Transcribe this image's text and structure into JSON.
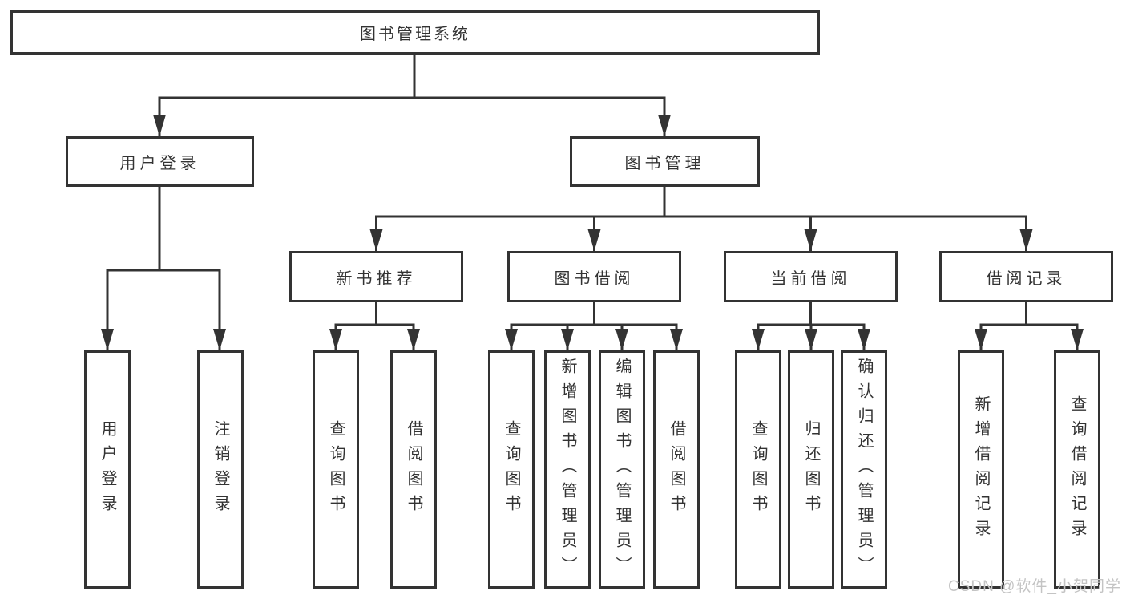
{
  "title": "图书管理系统",
  "branches": [
    {
      "label": "用户登录",
      "children": [
        {
          "label": "用户登录"
        },
        {
          "label": "注销登录"
        }
      ]
    },
    {
      "label": "图书管理",
      "children": [
        {
          "label": "新书推荐",
          "children": [
            {
              "label": "查询图书"
            },
            {
              "label": "借阅图书"
            }
          ]
        },
        {
          "label": "图书借阅",
          "children": [
            {
              "label": "查询图书"
            },
            {
              "label": "新增图书（管理员）"
            },
            {
              "label": "编辑图书（管理员）"
            },
            {
              "label": "借阅图书"
            }
          ]
        },
        {
          "label": "当前借阅",
          "children": [
            {
              "label": "查询图书"
            },
            {
              "label": "归还图书"
            },
            {
              "label": "确认归还（管理员）"
            }
          ]
        },
        {
          "label": "借阅记录",
          "children": [
            {
              "label": "新增借阅记录"
            },
            {
              "label": "查询借阅记录"
            }
          ]
        }
      ]
    }
  ],
  "watermark": "CSDN @软件_小贺同学",
  "colors": {
    "line": "#333333",
    "text": "#333333",
    "background": "#ffffff",
    "watermark": "#c4c4c4"
  }
}
